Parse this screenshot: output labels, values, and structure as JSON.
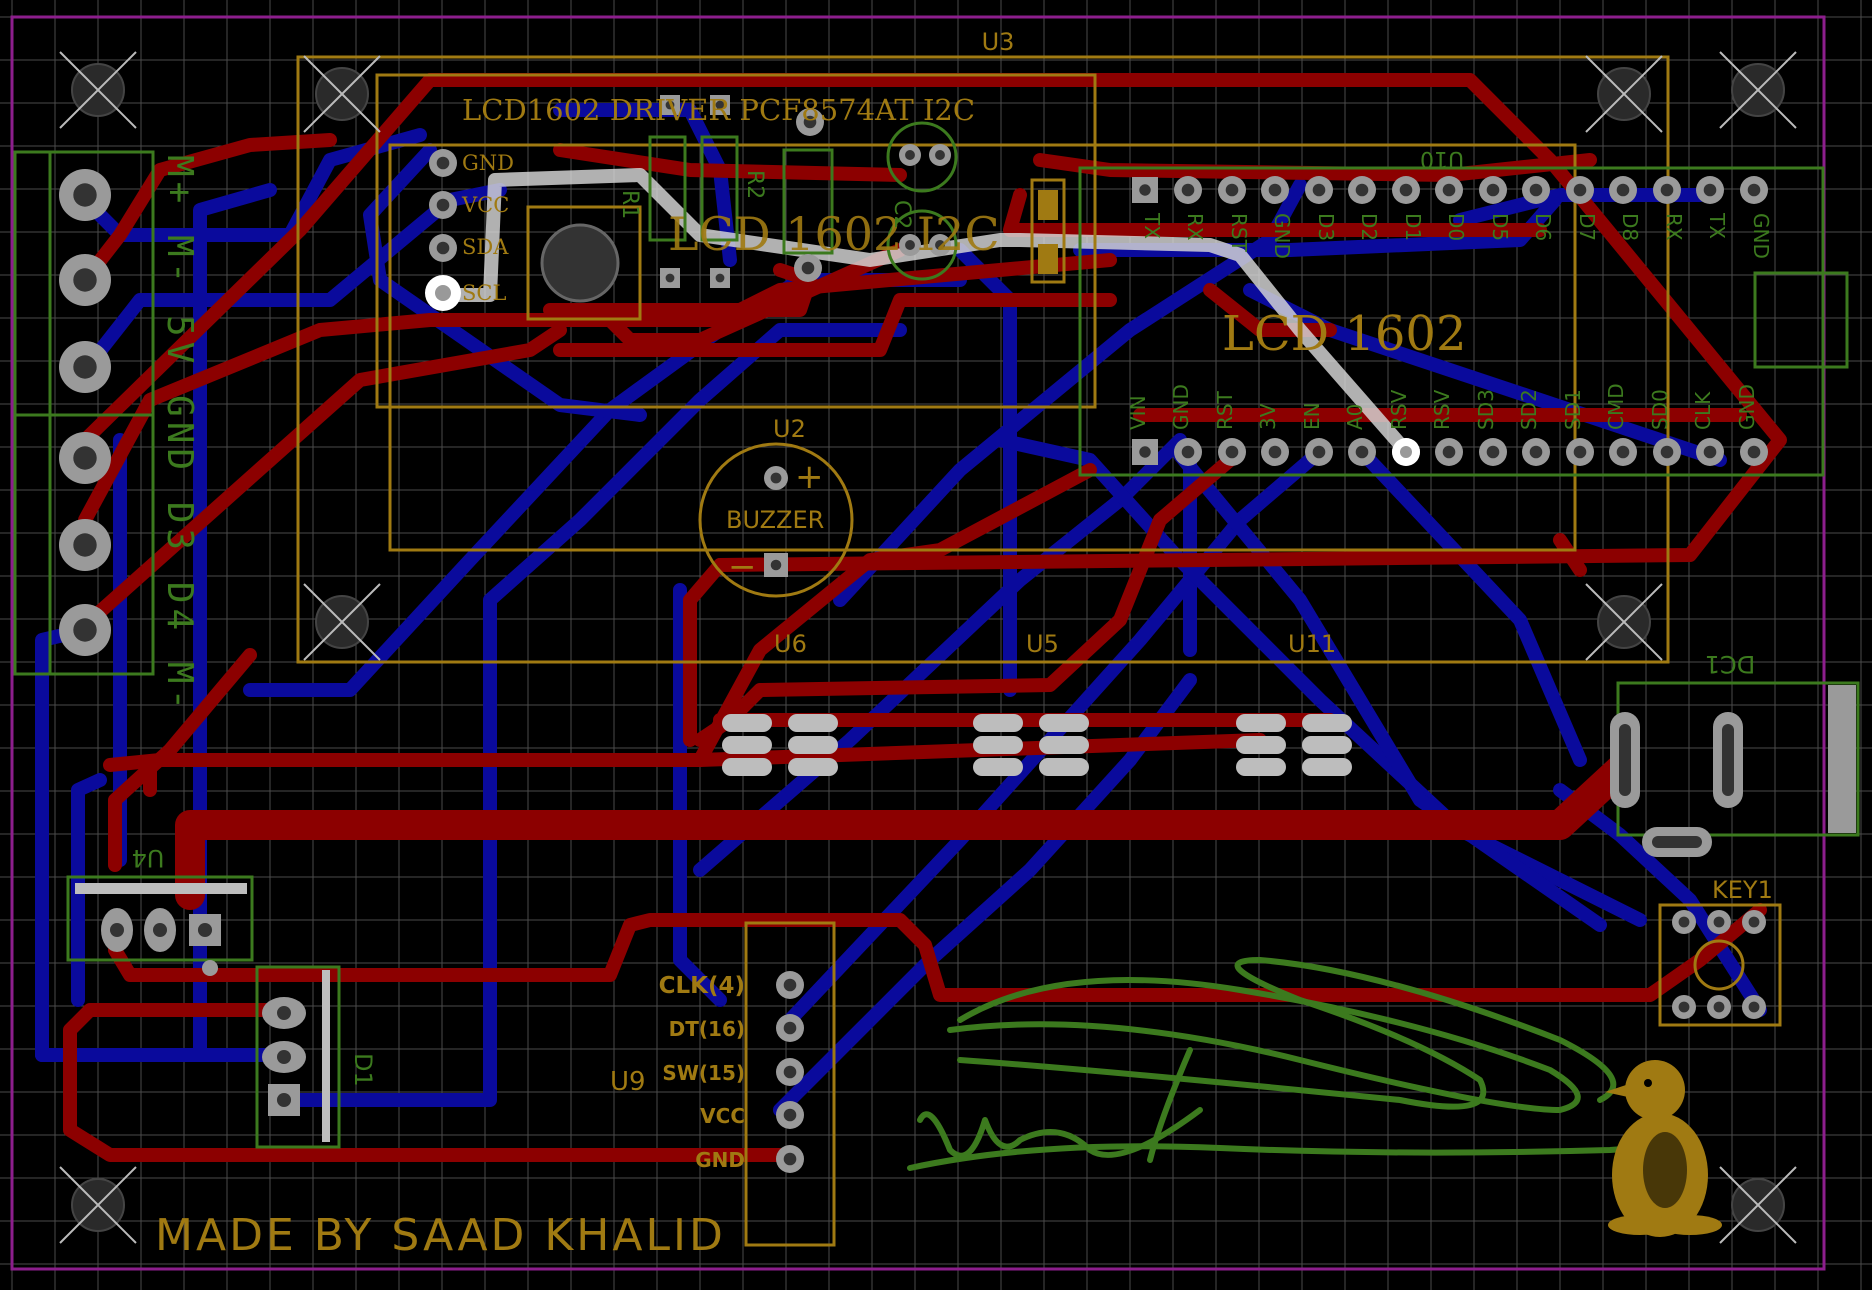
{
  "colors": {
    "background": "#000000",
    "grid": "#4a4a4a",
    "outline": "#8c1e8c",
    "silk": "#a07a12",
    "silk_green": "#3c7a1e",
    "top_copper": "#8c0000",
    "bottom_copper": "#0a0a9c",
    "pad": "#9a9a9a",
    "selected": "#d8d8d8"
  },
  "board": {
    "credit": "MADE BY SAAD KHALID"
  },
  "components": {
    "u3": "U3",
    "u10": "U10",
    "u2": "U2",
    "u6": "U6",
    "u5": "U5",
    "u11": "U11",
    "u4": "U4",
    "u9": "U9",
    "d1": "D1",
    "dc1": "DC1",
    "key1": "KEY1",
    "c2": "C2",
    "r1": "R1",
    "r2": "R2"
  },
  "lcd_driver": {
    "title": "LCD1602 DRIVER PCF8574AT I2C",
    "big_label": "LCD 1602 I2C",
    "pins": [
      "GND",
      "VCC",
      "SDA",
      "SCL"
    ]
  },
  "lcd1602": {
    "label": "LCD 1602"
  },
  "buzzer": {
    "label": "BUZZER",
    "plus": "+",
    "minus": "−"
  },
  "encoder": {
    "pins": [
      "CLK(4)",
      "DT(16)",
      "SW(15)",
      "VCC",
      "GND"
    ]
  },
  "terminal": {
    "label": "M+ M- 5V GND D3 D4 M-"
  },
  "nodemcu": {
    "top_pins": [
      "TX",
      "RX",
      "RST",
      "GND",
      "D3",
      "D2",
      "D1",
      "D0",
      "D5",
      "D6",
      "D7",
      "D8",
      "RX",
      "TX",
      "GND"
    ],
    "bottom_pins": [
      "VIN",
      "GND",
      "RST",
      "3V",
      "EN",
      "A0",
      "RSV",
      "RSV",
      "SD3",
      "SD2",
      "SD1",
      "CMD",
      "SD0",
      "CLK",
      "GND"
    ]
  }
}
